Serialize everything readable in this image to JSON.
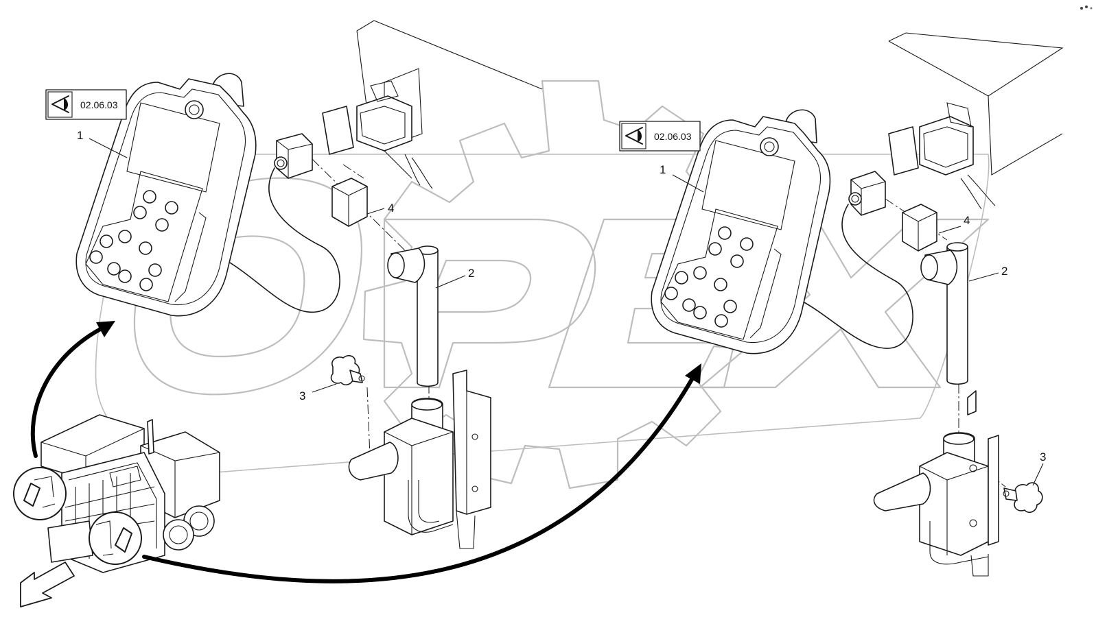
{
  "watermark": {
    "text": "OPEX"
  },
  "references": [
    {
      "id": "ref-left",
      "code": "02.06.03",
      "icon": "eye-icon"
    },
    {
      "id": "ref-right",
      "code": "02.06.03",
      "icon": "eye-icon"
    }
  ],
  "callouts": {
    "left": [
      "1",
      "2",
      "3",
      "4"
    ],
    "right": [
      "1",
      "2",
      "3",
      "4"
    ]
  }
}
